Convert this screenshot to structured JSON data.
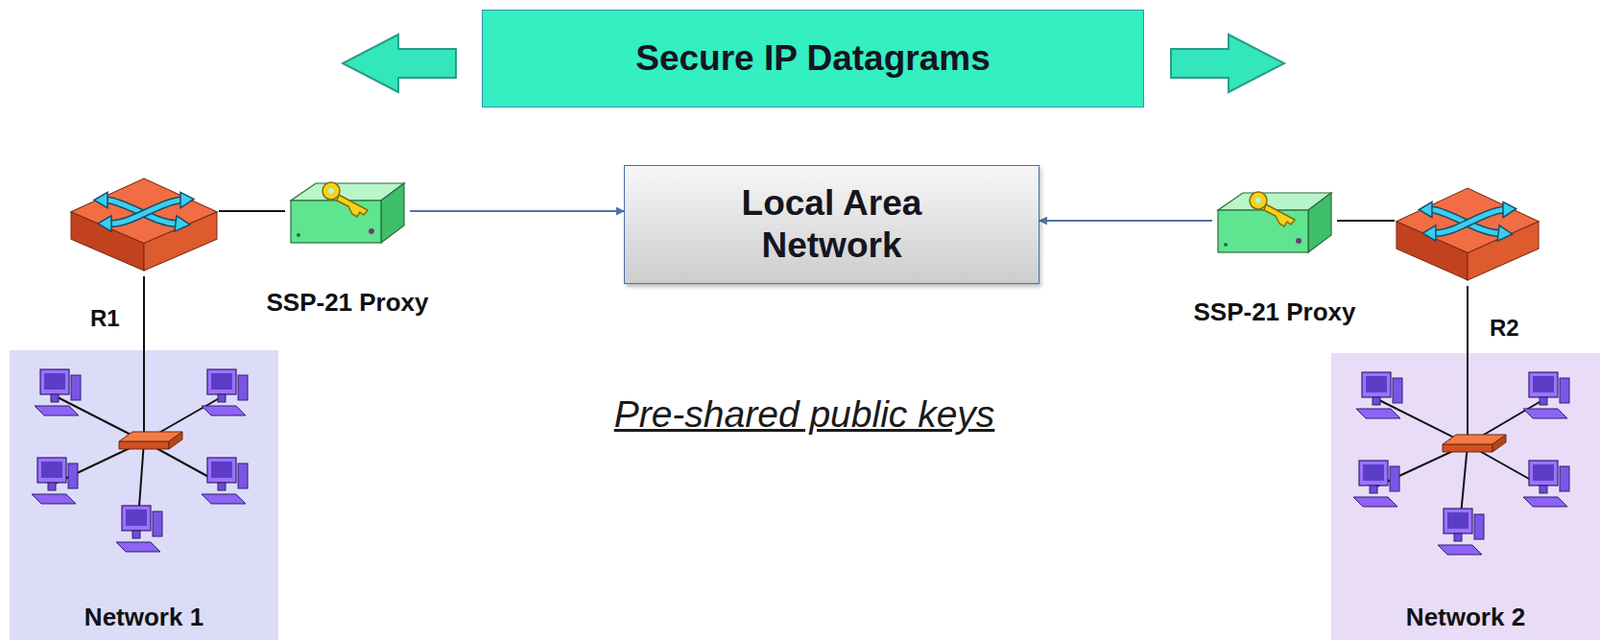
{
  "diagram": {
    "nodes": [
      {
        "text": [
          "Secure IP Datagrams"
        ]
      },
      {
        "text": [
          "Network 1"
        ]
      },
      {
        "text": [
          "R1"
        ]
      },
      {
        "text": [
          "SSP-21 Proxy"
        ]
      },
      {
        "text": [
          "Local Area Network"
        ]
      },
      {
        "text": [
          "SSP-21 Proxy"
        ]
      },
      {
        "text": [
          "R2"
        ]
      },
      {
        "text": [
          "Network 2"
        ]
      }
    ],
    "edges": [
      {
        "from": 2,
        "to": 3,
        "arrow": "none"
      },
      {
        "from": 3,
        "to": 4,
        "arrow": "to"
      },
      {
        "from": 5,
        "to": 4,
        "arrow": "to"
      },
      {
        "from": 5,
        "to": 6,
        "arrow": "none"
      },
      {
        "from": 2,
        "to": 1,
        "arrow": "none"
      },
      {
        "from": 6,
        "to": 7,
        "arrow": "none"
      }
    ],
    "labels": [
      "Pre-shared public keys"
    ]
  }
}
